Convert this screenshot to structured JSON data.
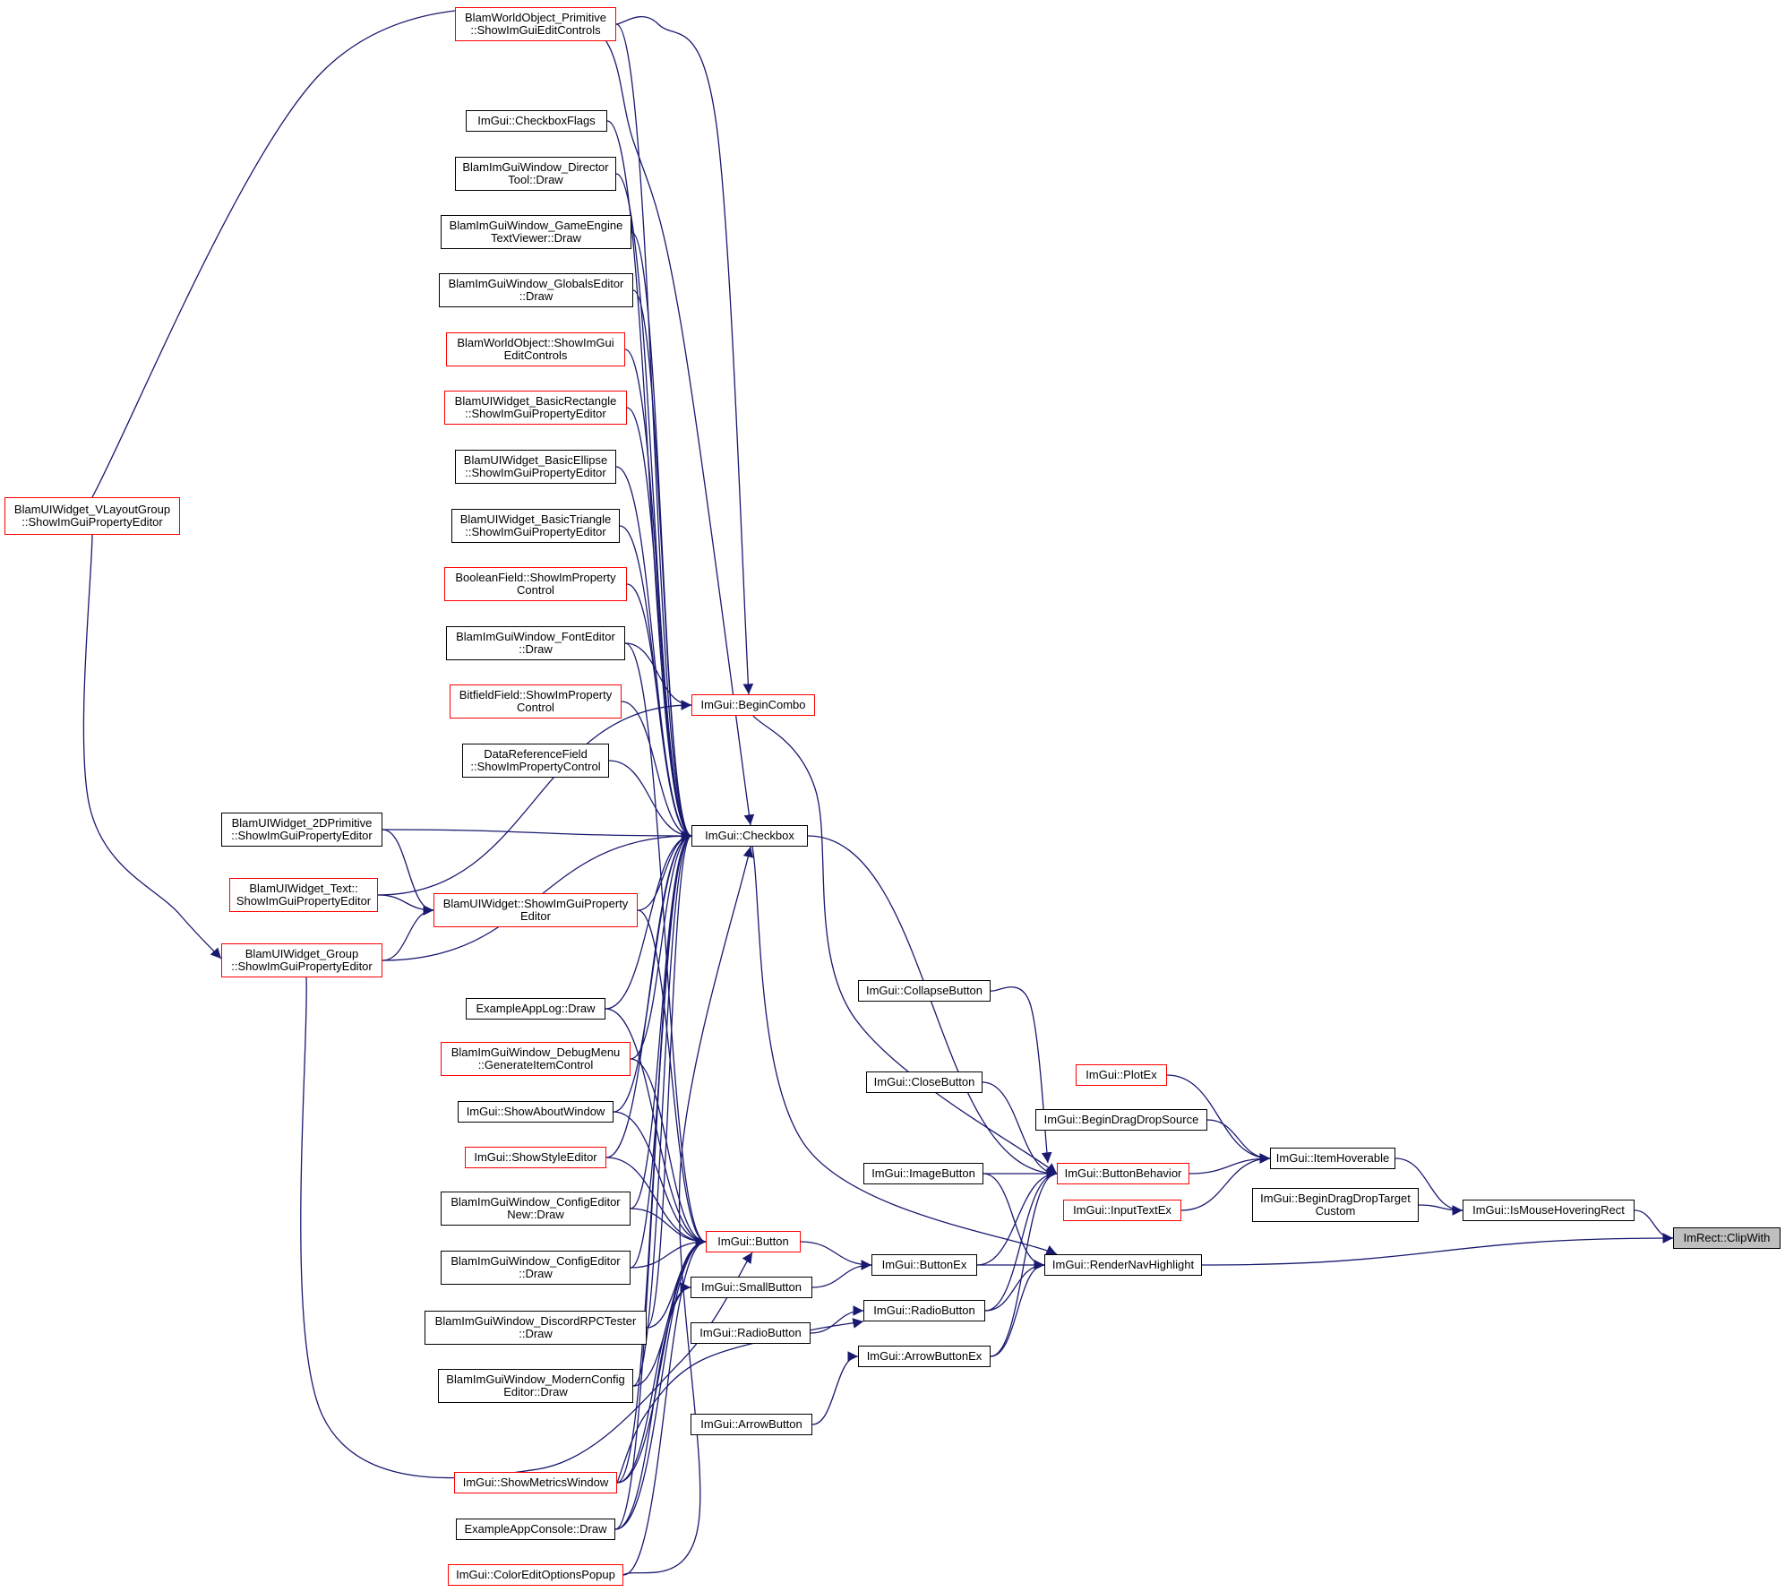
{
  "colors": {
    "edge": "#191970",
    "border_default": "#000000",
    "border_truncated": "#ff0000",
    "focus_fill": "#bfbfbf"
  },
  "nodes": [
    {
      "id": "bwo_prim",
      "lines": [
        "BlamWorldObject_Primitive",
        "::ShowImGuiEditControls"
      ],
      "style": "red"
    },
    {
      "id": "cb_flags",
      "lines": [
        "ImGui::CheckboxFlags"
      ],
      "style": "black"
    },
    {
      "id": "director",
      "lines": [
        "BlamImGuiWindow_Director",
        "Tool::Draw"
      ],
      "style": "black"
    },
    {
      "id": "gameengine",
      "lines": [
        "BlamImGuiWindow_GameEngine",
        "TextViewer::Draw"
      ],
      "style": "black"
    },
    {
      "id": "globals",
      "lines": [
        "BlamImGuiWindow_GlobalsEditor",
        "::Draw"
      ],
      "style": "black"
    },
    {
      "id": "bwo",
      "lines": [
        "BlamWorldObject::ShowImGui",
        "EditControls"
      ],
      "style": "red"
    },
    {
      "id": "rect",
      "lines": [
        "BlamUIWidget_BasicRectangle",
        "::ShowImGuiPropertyEditor"
      ],
      "style": "red"
    },
    {
      "id": "ellipse",
      "lines": [
        "BlamUIWidget_BasicEllipse",
        "::ShowImGuiPropertyEditor"
      ],
      "style": "black"
    },
    {
      "id": "triangle",
      "lines": [
        "BlamUIWidget_BasicTriangle",
        "::ShowImGuiPropertyEditor"
      ],
      "style": "black"
    },
    {
      "id": "boolfield",
      "lines": [
        "BooleanField::ShowImProperty",
        "Control"
      ],
      "style": "red"
    },
    {
      "id": "fonteditor",
      "lines": [
        "BlamImGuiWindow_FontEditor",
        "::Draw"
      ],
      "style": "black"
    },
    {
      "id": "bitfield",
      "lines": [
        "BitfieldField::ShowImProperty",
        "Control"
      ],
      "style": "red"
    },
    {
      "id": "dataref",
      "lines": [
        "DataReferenceField",
        "::ShowImPropertyControl"
      ],
      "style": "black"
    },
    {
      "id": "vlayout",
      "lines": [
        "BlamUIWidget_VLayoutGroup",
        "::ShowImGuiPropertyEditor"
      ],
      "style": "red"
    },
    {
      "id": "w2d",
      "lines": [
        "BlamUIWidget_2DPrimitive",
        "::ShowImGuiPropertyEditor"
      ],
      "style": "black"
    },
    {
      "id": "wtext",
      "lines": [
        "BlamUIWidget_Text::",
        "ShowImGuiPropertyEditor"
      ],
      "style": "red"
    },
    {
      "id": "wgroup",
      "lines": [
        "BlamUIWidget_Group",
        "::ShowImGuiPropertyEditor"
      ],
      "style": "red"
    },
    {
      "id": "wbase",
      "lines": [
        "BlamUIWidget::ShowImGuiProperty",
        "Editor"
      ],
      "style": "red"
    },
    {
      "id": "applog",
      "lines": [
        "ExampleAppLog::Draw"
      ],
      "style": "black"
    },
    {
      "id": "debugmenu",
      "lines": [
        "BlamImGuiWindow_DebugMenu",
        "::GenerateItemControl"
      ],
      "style": "red"
    },
    {
      "id": "about",
      "lines": [
        "ImGui::ShowAboutWindow"
      ],
      "style": "black"
    },
    {
      "id": "style",
      "lines": [
        "ImGui::ShowStyleEditor"
      ],
      "style": "red"
    },
    {
      "id": "cfgnew",
      "lines": [
        "BlamImGuiWindow_ConfigEditor",
        "New::Draw"
      ],
      "style": "black"
    },
    {
      "id": "cfg",
      "lines": [
        "BlamImGuiWindow_ConfigEditor",
        "::Draw"
      ],
      "style": "black"
    },
    {
      "id": "discord",
      "lines": [
        "BlamImGuiWindow_DiscordRPCTester",
        "::Draw"
      ],
      "style": "black"
    },
    {
      "id": "modern",
      "lines": [
        "BlamImGuiWindow_ModernConfig",
        "Editor::Draw"
      ],
      "style": "black"
    },
    {
      "id": "metrics",
      "lines": [
        "ImGui::ShowMetricsWindow"
      ],
      "style": "red"
    },
    {
      "id": "console",
      "lines": [
        "ExampleAppConsole::Draw"
      ],
      "style": "black"
    },
    {
      "id": "coloredit",
      "lines": [
        "ImGui::ColorEditOptionsPopup"
      ],
      "style": "red"
    },
    {
      "id": "begincombo",
      "lines": [
        "ImGui::BeginCombo"
      ],
      "style": "red"
    },
    {
      "id": "checkbox",
      "lines": [
        "ImGui::Checkbox"
      ],
      "style": "black"
    },
    {
      "id": "button",
      "lines": [
        "ImGui::Button"
      ],
      "style": "red"
    },
    {
      "id": "smallbtn",
      "lines": [
        "ImGui::SmallButton"
      ],
      "style": "black"
    },
    {
      "id": "radiobtn",
      "lines": [
        "ImGui::RadioButton"
      ],
      "style": "black"
    },
    {
      "id": "arrowbtn",
      "lines": [
        "ImGui::ArrowButton"
      ],
      "style": "black"
    },
    {
      "id": "collapse",
      "lines": [
        "ImGui::CollapseButton"
      ],
      "style": "black"
    },
    {
      "id": "closebtn",
      "lines": [
        "ImGui::CloseButton"
      ],
      "style": "black"
    },
    {
      "id": "imagebtn",
      "lines": [
        "ImGui::ImageButton"
      ],
      "style": "black"
    },
    {
      "id": "buttonex",
      "lines": [
        "ImGui::ButtonEx"
      ],
      "style": "black"
    },
    {
      "id": "radiobutton",
      "lines": [
        "ImGui::RadioButton"
      ],
      "style": "black"
    },
    {
      "id": "arrowex",
      "lines": [
        "ImGui::ArrowButtonEx"
      ],
      "style": "black"
    },
    {
      "id": "plotex",
      "lines": [
        "ImGui::PlotEx"
      ],
      "style": "red"
    },
    {
      "id": "dragsource",
      "lines": [
        "ImGui::BeginDragDropSource"
      ],
      "style": "black"
    },
    {
      "id": "behavior",
      "lines": [
        "ImGui::ButtonBehavior"
      ],
      "style": "red"
    },
    {
      "id": "inputtext",
      "lines": [
        "ImGui::InputTextEx"
      ],
      "style": "red"
    },
    {
      "id": "navhl",
      "lines": [
        "ImGui::RenderNavHighlight"
      ],
      "style": "black"
    },
    {
      "id": "itemhov",
      "lines": [
        "ImGui::ItemHoverable"
      ],
      "style": "black"
    },
    {
      "id": "dragtarget",
      "lines": [
        "ImGui::BeginDragDropTarget",
        "Custom"
      ],
      "style": "black"
    },
    {
      "id": "mousehov",
      "lines": [
        "ImGui::IsMouseHoveringRect"
      ],
      "style": "black"
    },
    {
      "id": "clipwith",
      "lines": [
        "ImRect::ClipWith"
      ],
      "style": "gray"
    }
  ],
  "edges": [
    [
      "bwo_prim",
      "begincombo"
    ],
    [
      "bwo_prim",
      "checkbox"
    ],
    [
      "cb_flags",
      "checkbox"
    ],
    [
      "director",
      "checkbox"
    ],
    [
      "gameengine",
      "checkbox"
    ],
    [
      "globals",
      "checkbox"
    ],
    [
      "bwo",
      "checkbox"
    ],
    [
      "rect",
      "checkbox"
    ],
    [
      "ellipse",
      "checkbox"
    ],
    [
      "triangle",
      "checkbox"
    ],
    [
      "boolfield",
      "checkbox"
    ],
    [
      "fonteditor",
      "begincombo"
    ],
    [
      "fonteditor",
      "button"
    ],
    [
      "bitfield",
      "checkbox"
    ],
    [
      "dataref",
      "checkbox"
    ],
    [
      "vlayout",
      "checkbox"
    ],
    [
      "vlayout",
      "wgroup"
    ],
    [
      "w2d",
      "checkbox"
    ],
    [
      "w2d",
      "wbase"
    ],
    [
      "wtext",
      "begincombo"
    ],
    [
      "wtext",
      "wbase"
    ],
    [
      "wgroup",
      "wbase"
    ],
    [
      "wgroup",
      "checkbox"
    ],
    [
      "wgroup",
      "button"
    ],
    [
      "wbase",
      "checkbox"
    ],
    [
      "wbase",
      "button"
    ],
    [
      "applog",
      "checkbox"
    ],
    [
      "applog",
      "button"
    ],
    [
      "debugmenu",
      "checkbox"
    ],
    [
      "debugmenu",
      "button"
    ],
    [
      "about",
      "checkbox"
    ],
    [
      "about",
      "button"
    ],
    [
      "style",
      "checkbox"
    ],
    [
      "style",
      "button"
    ],
    [
      "cfgnew",
      "checkbox"
    ],
    [
      "cfgnew",
      "button"
    ],
    [
      "cfg",
      "checkbox"
    ],
    [
      "cfg",
      "button"
    ],
    [
      "discord",
      "checkbox"
    ],
    [
      "discord",
      "button"
    ],
    [
      "modern",
      "checkbox"
    ],
    [
      "modern",
      "button"
    ],
    [
      "metrics",
      "checkbox"
    ],
    [
      "metrics",
      "button"
    ],
    [
      "metrics",
      "smallbtn"
    ],
    [
      "metrics",
      "radiobtn"
    ],
    [
      "console",
      "checkbox"
    ],
    [
      "console",
      "button"
    ],
    [
      "console",
      "smallbtn"
    ],
    [
      "coloredit",
      "checkbox"
    ],
    [
      "coloredit",
      "button"
    ],
    [
      "begincombo",
      "behavior"
    ],
    [
      "checkbox",
      "behavior"
    ],
    [
      "checkbox",
      "navhl"
    ],
    [
      "button",
      "buttonex"
    ],
    [
      "smallbtn",
      "buttonex"
    ],
    [
      "radiobtn",
      "radiobutton"
    ],
    [
      "arrowbtn",
      "arrowex"
    ],
    [
      "collapse",
      "behavior"
    ],
    [
      "closebtn",
      "behavior"
    ],
    [
      "imagebtn",
      "behavior"
    ],
    [
      "imagebtn",
      "navhl"
    ],
    [
      "buttonex",
      "behavior"
    ],
    [
      "buttonex",
      "navhl"
    ],
    [
      "radiobutton",
      "behavior"
    ],
    [
      "radiobutton",
      "navhl"
    ],
    [
      "arrowex",
      "behavior"
    ],
    [
      "arrowex",
      "navhl"
    ],
    [
      "plotex",
      "itemhov"
    ],
    [
      "dragsource",
      "itemhov"
    ],
    [
      "behavior",
      "itemhov"
    ],
    [
      "inputtext",
      "itemhov"
    ],
    [
      "itemhov",
      "mousehov"
    ],
    [
      "dragtarget",
      "mousehov"
    ],
    [
      "mousehov",
      "clipwith"
    ],
    [
      "navhl",
      "clipwith"
    ]
  ]
}
